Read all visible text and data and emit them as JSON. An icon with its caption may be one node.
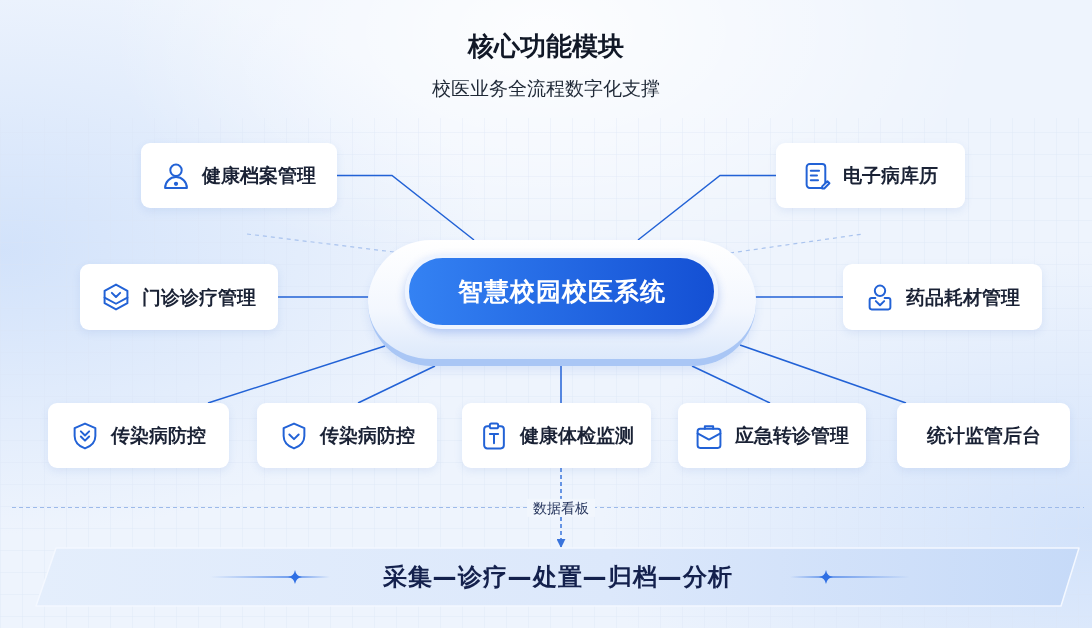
{
  "diagram": {
    "title": "核心功能模块",
    "nodes": [
      {
        "text": [
          "健康档案管理"
        ]
      },
      {
        "text": [
          "电子病库历"
        ]
      },
      {
        "text": [
          "门诊诊疗管理"
        ]
      },
      {
        "text": [
          "智慧校园校医系统"
        ]
      },
      {
        "text": [
          "药品耗材管理"
        ]
      },
      {
        "text": [
          "传染病防控"
        ]
      },
      {
        "text": [
          "传染病防控"
        ]
      },
      {
        "text": [
          "健康体检监测"
        ]
      },
      {
        "text": [
          "应急转诊管理"
        ]
      },
      {
        "text": [
          "统计监管后台"
        ]
      },
      {
        "text": [
          "采集—诊疗—处置—归档—分析"
        ]
      }
    ],
    "edges": [
      {
        "from": 3,
        "to": 0,
        "arrow": "none"
      },
      {
        "from": 3,
        "to": 1,
        "arrow": "none"
      },
      {
        "from": 3,
        "to": 2,
        "arrow": "none"
      },
      {
        "from": 3,
        "to": 4,
        "arrow": "none"
      },
      {
        "from": 3,
        "to": 5,
        "arrow": "none"
      },
      {
        "from": 3,
        "to": 6,
        "arrow": "none"
      },
      {
        "from": 3,
        "to": 7,
        "arrow": "none"
      },
      {
        "from": 3,
        "to": 8,
        "arrow": "none"
      },
      {
        "from": 3,
        "to": 9,
        "arrow": "none"
      },
      {
        "from": 7,
        "to": 10,
        "arrow": "to",
        "label": "数据看板",
        "style": "dashed"
      }
    ],
    "labels": [
      "校医业务全流程数字化支撑"
    ]
  }
}
